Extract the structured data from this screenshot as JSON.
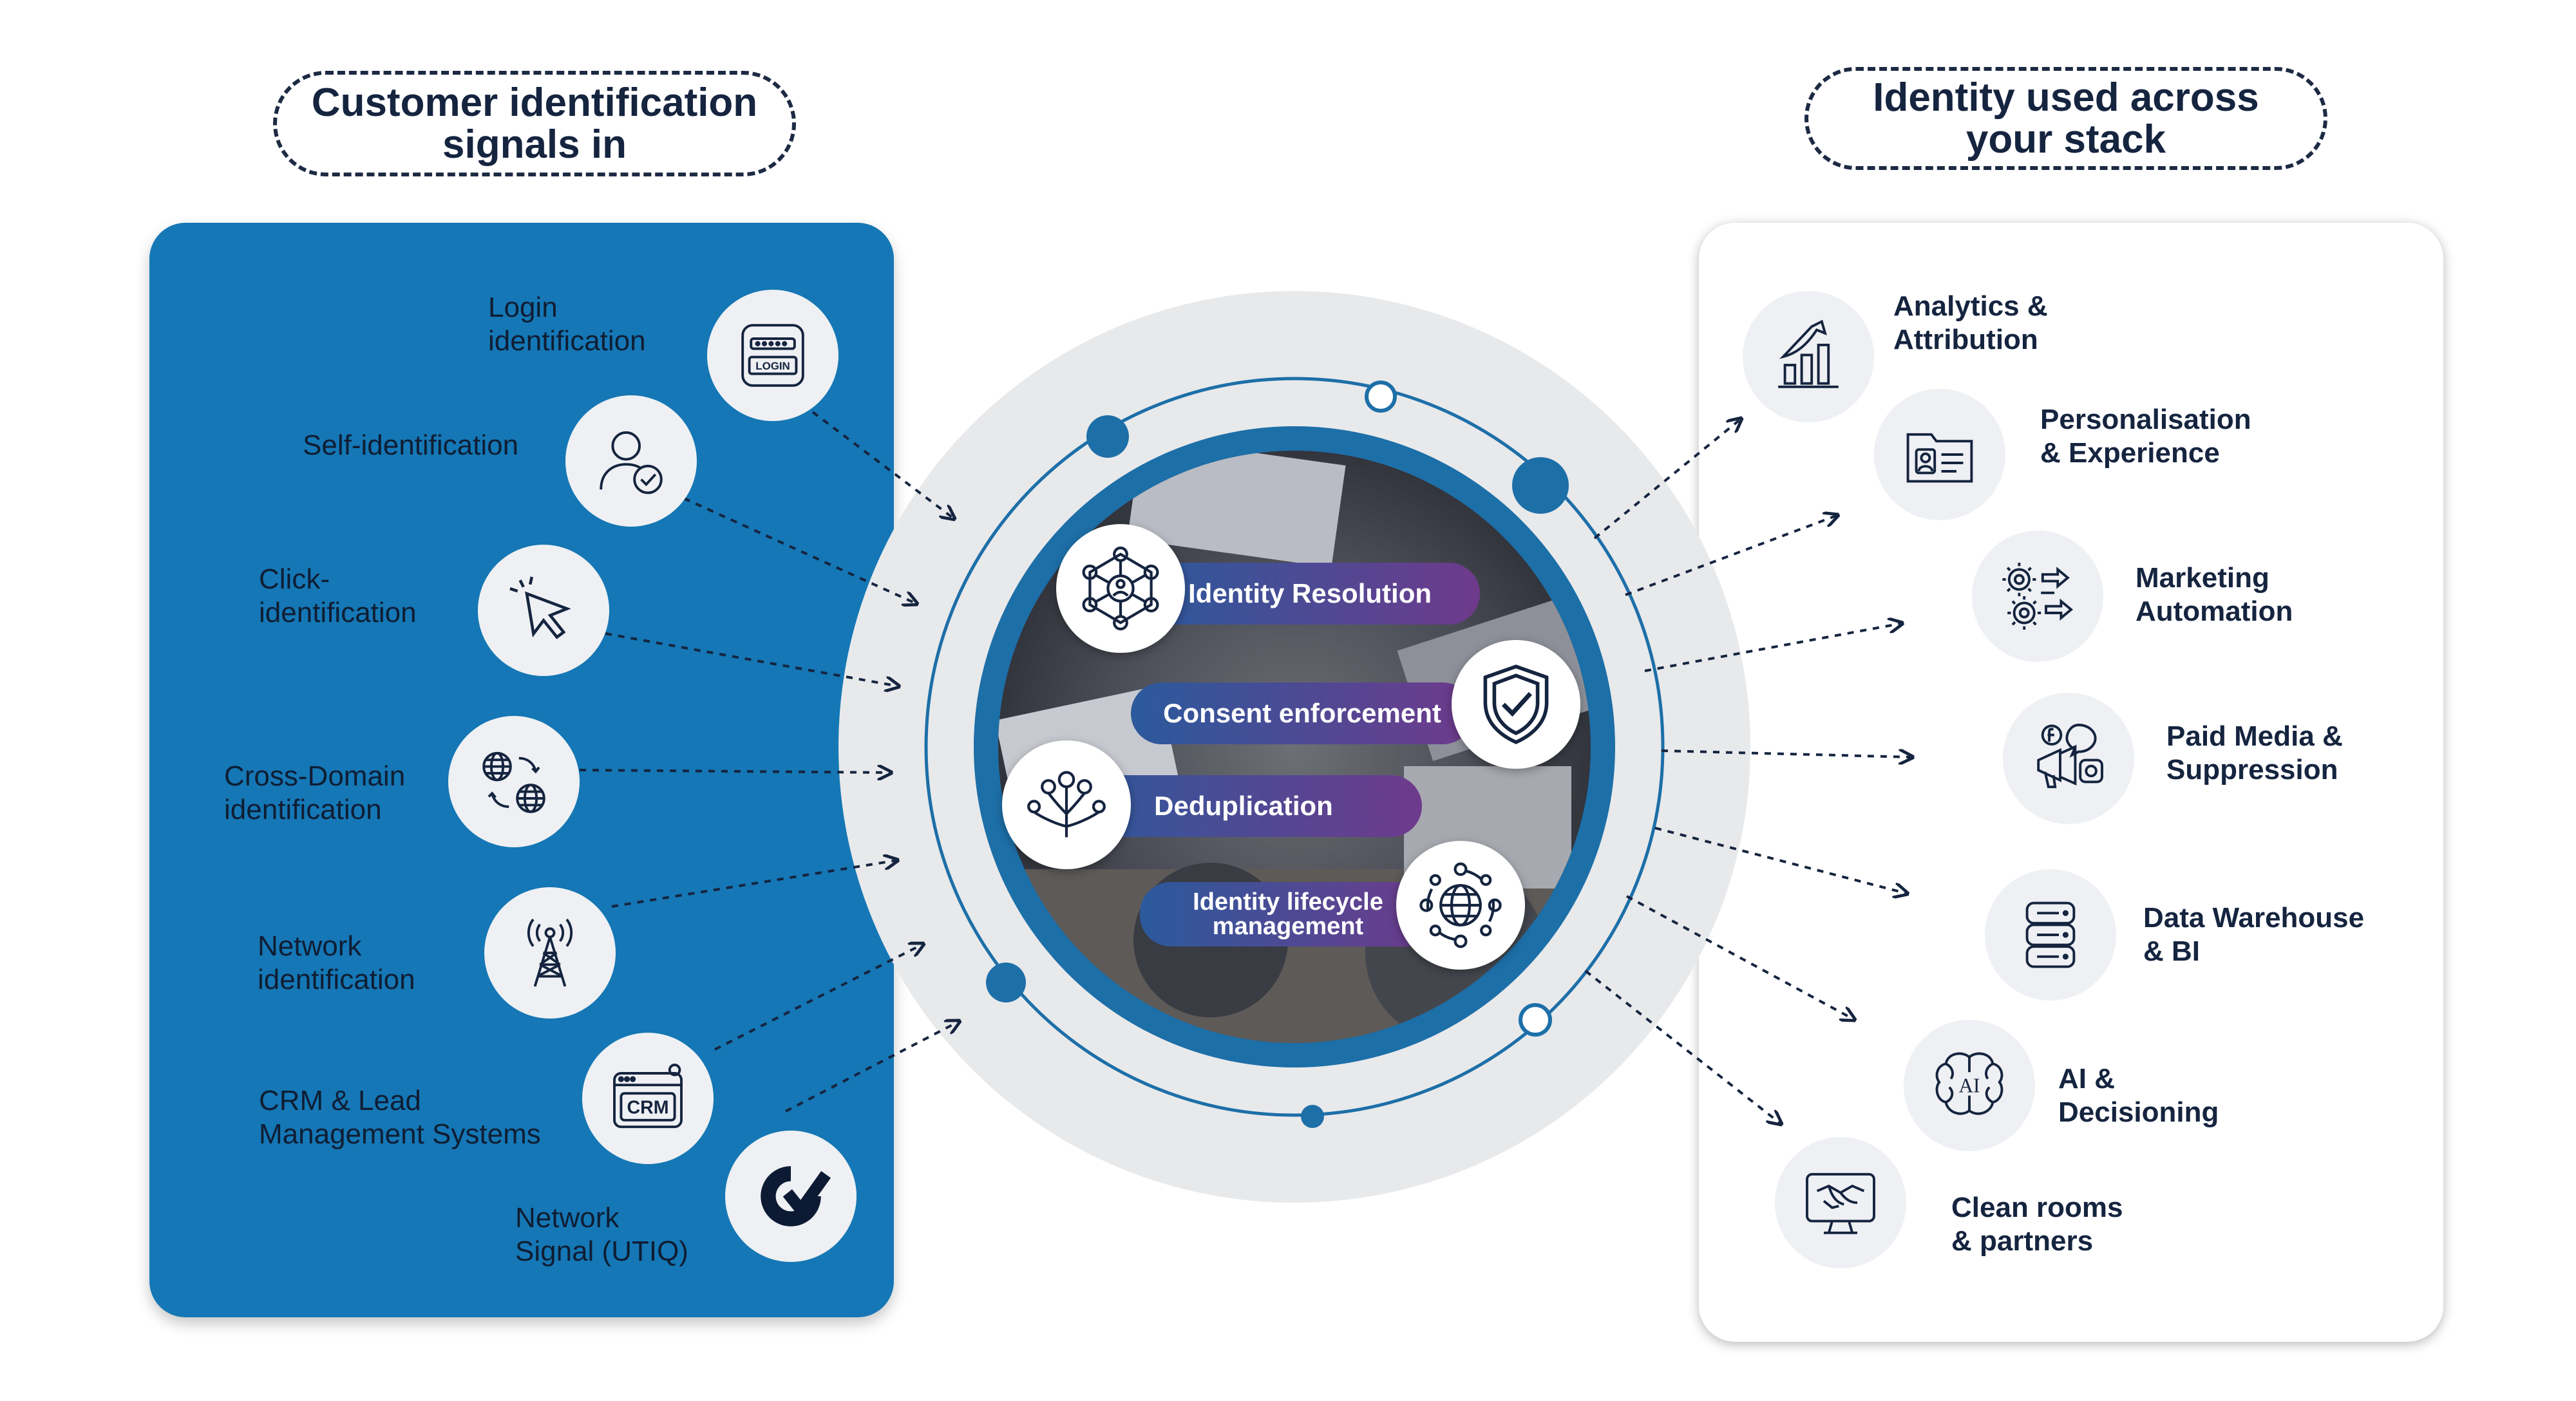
{
  "headers": {
    "left": "Customer identification\nsignals in",
    "right": "Identity used across\nyour stack"
  },
  "inputs": [
    {
      "label": "Login\nidentification",
      "icon": "login-icon"
    },
    {
      "label": "Self-identification",
      "icon": "user-check-icon"
    },
    {
      "label": "Click-\nidentification",
      "icon": "cursor-click-icon"
    },
    {
      "label": "Cross-Domain\nidentification",
      "icon": "cross-domain-icon"
    },
    {
      "label": "Network\nidentification",
      "icon": "antenna-tower-icon"
    },
    {
      "label": "CRM & Lead\nManagement Systems",
      "icon": "crm-icon"
    },
    {
      "label": "Network\nSignal (UTIQ)",
      "icon": "utiq-logo-icon"
    }
  ],
  "icon_text": {
    "login": "LOGIN",
    "crm": "CRM",
    "ai": "AI"
  },
  "core": [
    {
      "label": "Identity Resolution",
      "icon": "network-nodes-icon"
    },
    {
      "label": "Consent enforcement",
      "icon": "shield-check-icon"
    },
    {
      "label": "Deduplication",
      "icon": "tree-branch-icon"
    },
    {
      "label": "Identity lifecycle\nmanagement",
      "icon": "lifecycle-globe-icon"
    }
  ],
  "outputs": [
    {
      "label": "Analytics &\nAttribution",
      "icon": "bar-chart-icon"
    },
    {
      "label": "Personalisation\n& Experience",
      "icon": "profile-card-icon"
    },
    {
      "label": "Marketing\nAutomation",
      "icon": "gears-arrows-icon"
    },
    {
      "label": "Paid Media &\nSuppression",
      "icon": "megaphone-social-icon"
    },
    {
      "label": "Data Warehouse\n& BI",
      "icon": "database-server-icon"
    },
    {
      "label": "AI &\nDecisioning",
      "icon": "ai-brain-icon"
    },
    {
      "label": "Clean rooms\n& partners",
      "icon": "handshake-monitor-icon"
    }
  ],
  "colors": {
    "panel_blue": "#1577b5",
    "ring_blue": "#1d6fa8",
    "gray_halo": "#e8e9eb",
    "ink": "#15243f",
    "pill_purple": "#6f3a8c",
    "pill_blue": "#2b5a9c"
  }
}
